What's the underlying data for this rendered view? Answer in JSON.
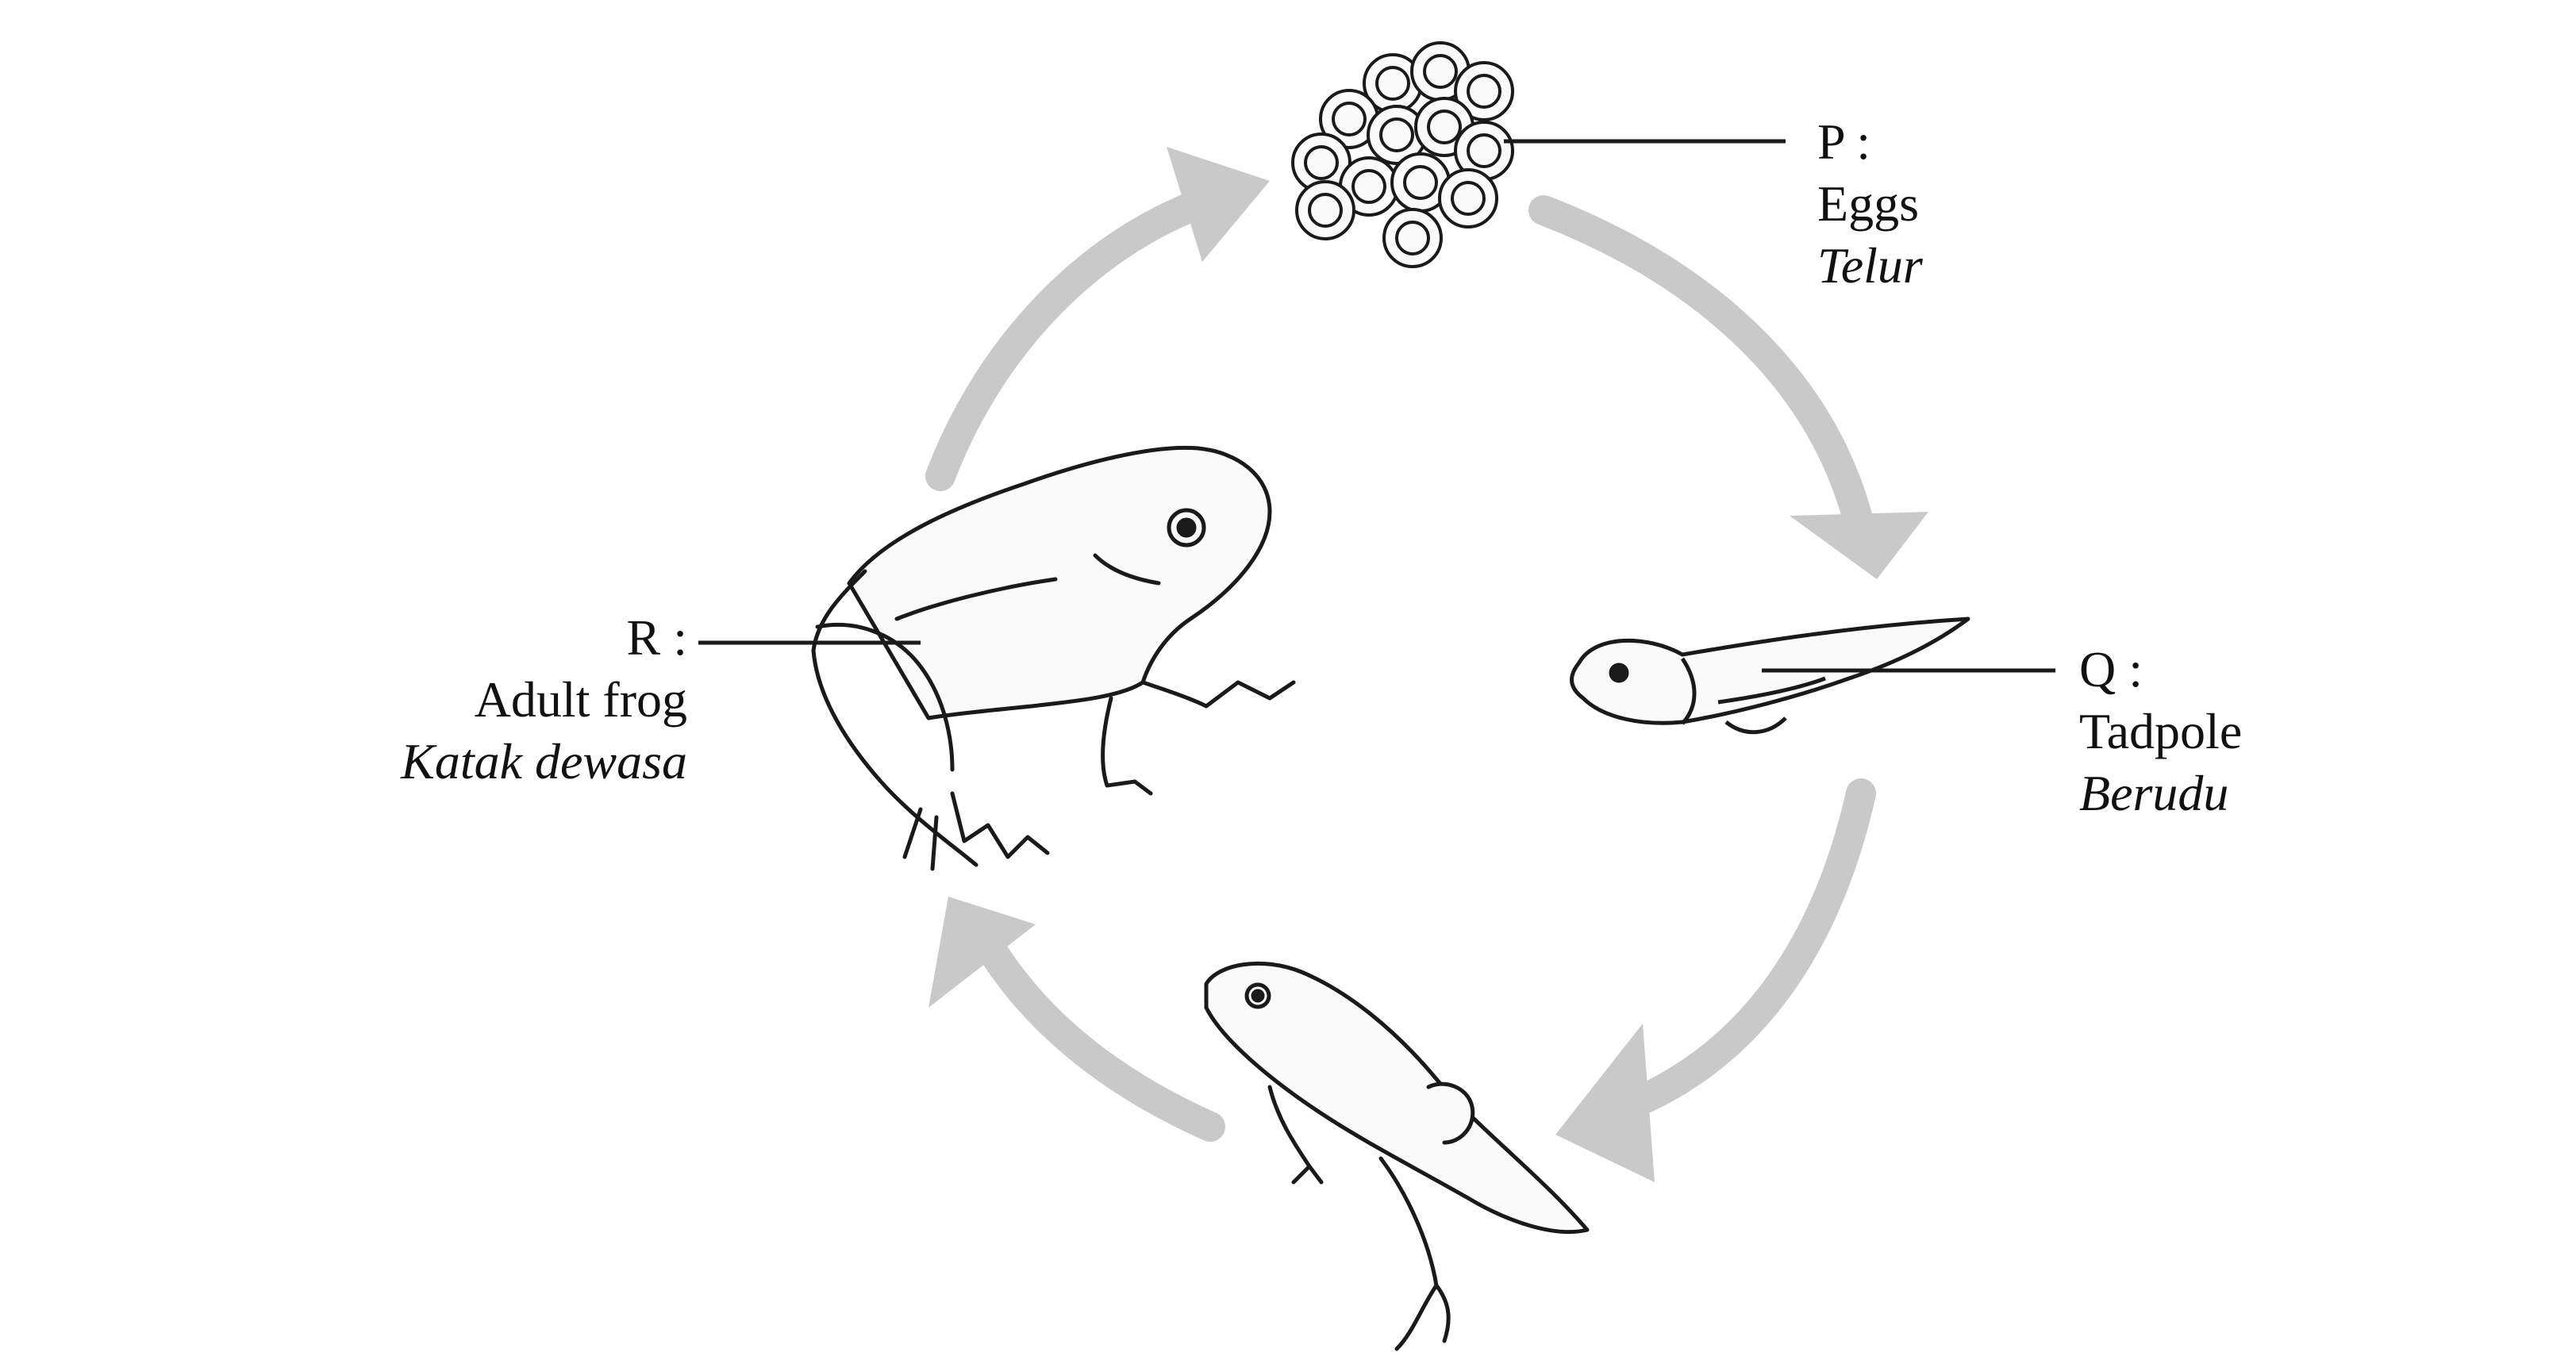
{
  "diagram": {
    "stages": {
      "P": {
        "letter": "P :",
        "english": "Eggs",
        "malay": "Telur",
        "icon": "eggs-cluster"
      },
      "Q": {
        "letter": "Q :",
        "english": "Tadpole",
        "malay": "Berudu",
        "icon": "tadpole"
      },
      "S": {
        "icon": "froglet-with-tail"
      },
      "R": {
        "letter": "R :",
        "english": "Adult frog",
        "malay": "Katak dewasa",
        "icon": "adult-frog"
      }
    },
    "colors": {
      "arrow": "#c9c9c9",
      "ink": "#1a1a1a",
      "background": "#ffffff"
    }
  }
}
